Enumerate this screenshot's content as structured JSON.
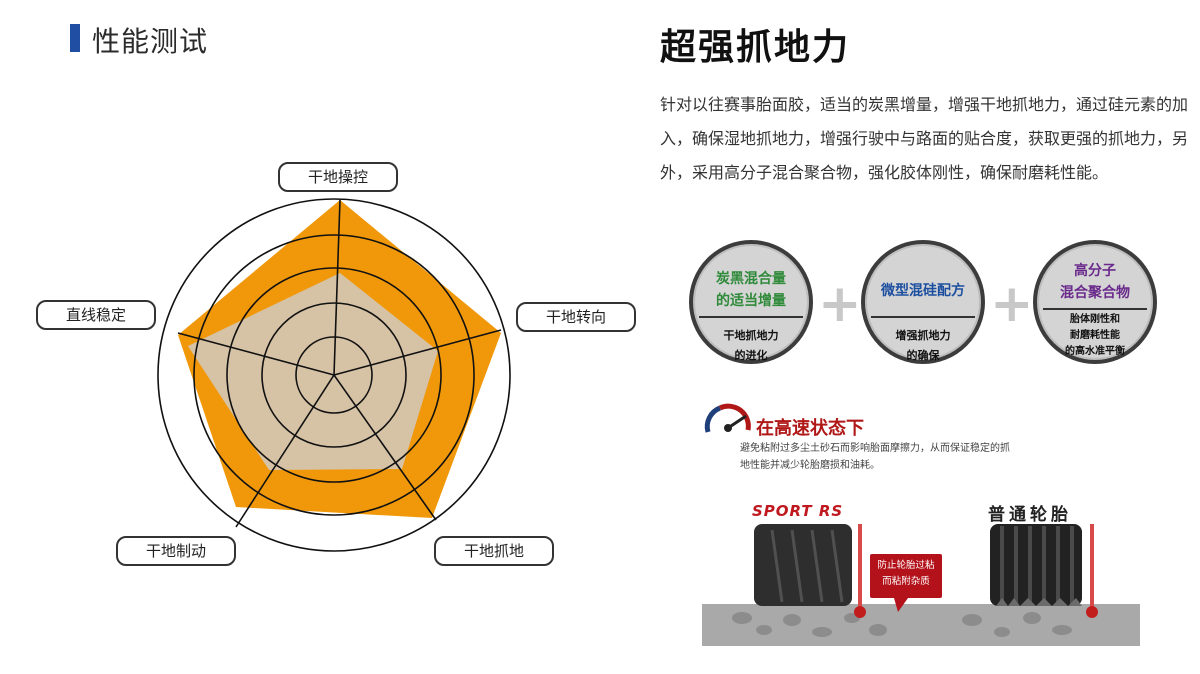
{
  "section": {
    "title": "性能测试"
  },
  "main_title": "超强抓地力",
  "description": "针对以往赛事胎面胶，适当的炭黑增量，增强干地抓地力，通过硅元素的加入，确保湿地抓地力，增强行驶中与路面的贴合度，获取更强的抓地力，另外，采用高分子混合聚合物，强化胶体刚性，确保耐磨耗性能。",
  "radar": {
    "labels": {
      "top": "干地操控",
      "right": "干地转向",
      "bottom_right": "干地抓地",
      "bottom_left": "干地制动",
      "left": "直线稳定"
    },
    "colors": {
      "outer": "#f0980a",
      "inner": "#d6c3a6"
    }
  },
  "features": [
    {
      "top_line1": "炭黑混合量",
      "top_line2": "的适当增量",
      "top_color": "#2f8a3a",
      "bottom_line1": "干地抓地力",
      "bottom_line2": "的进化"
    },
    {
      "top_line1": "微型混硅配方",
      "top_line2": "",
      "top_color": "#1d4fa0",
      "bottom_line1": "增强抓地力",
      "bottom_line2": "的确保"
    },
    {
      "top_line1": "高分子",
      "top_line2": "混合聚合物",
      "top_color": "#6a2a8c",
      "bottom_line1": "胎体刚性和",
      "bottom_line2": "耐磨耗性能",
      "bottom_line3": "的高水准平衡"
    }
  ],
  "high_speed": {
    "title": "在高速状态下",
    "desc_line1": "避免粘附过多尘土砂石而影响胎面摩擦力，从而保证稳定的抓",
    "desc_line2": "地性能并减少轮胎磨损和油耗。"
  },
  "tires": {
    "left_label": "SPORT RS",
    "right_label": "普通轮胎",
    "callout_line1": "防止轮胎过粘",
    "callout_line2": "而粘附杂质"
  }
}
